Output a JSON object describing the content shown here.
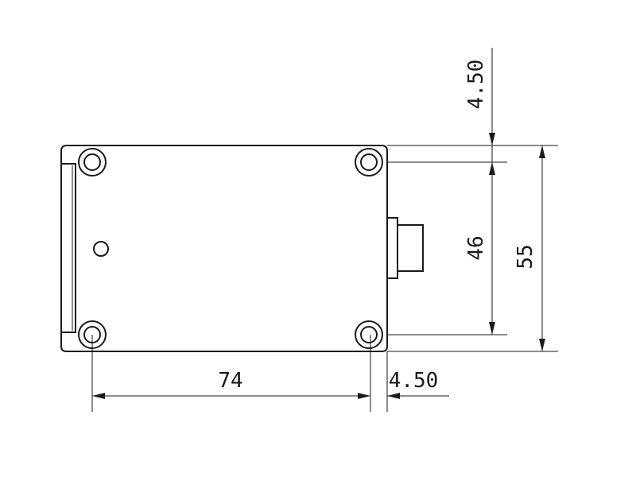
{
  "drawing": {
    "dimensions": {
      "hole_spacing_horizontal": "74",
      "edge_offset_horizontal": "4.50",
      "edge_offset_vertical": "4.50",
      "hole_spacing_vertical": "46",
      "overall_height": "55"
    },
    "colors": {
      "line": "#1a1a1a",
      "background": "#ffffff"
    }
  }
}
